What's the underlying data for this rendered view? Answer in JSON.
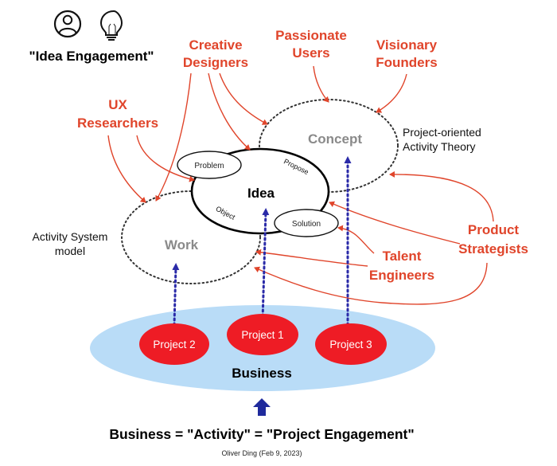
{
  "header": {
    "title": "\"Idea Engagement\"",
    "icons": [
      "person-icon",
      "lightbulb-icon"
    ]
  },
  "roles": {
    "creative_designers": [
      "Creative",
      "Designers"
    ],
    "passionate_users": [
      "Passionate",
      "Users"
    ],
    "visionary_founders": [
      "Visionary",
      "Founders"
    ],
    "ux_researchers": [
      "UX",
      "Researchers"
    ],
    "product_strategists": [
      "Product",
      "Strategists"
    ],
    "talent_engineers": [
      "Talent",
      "Engineers"
    ]
  },
  "circles": {
    "concept": "Concept",
    "idea": "Idea",
    "work": "Work",
    "problem": "Problem",
    "solution": "Solution",
    "propose": "Propose",
    "object": "Object"
  },
  "side_labels": {
    "project_theory": [
      "Project-oriented",
      "Activity Theory"
    ],
    "activity_model": [
      "Activity System",
      "model"
    ]
  },
  "projects": [
    "Project 2",
    "Project 1",
    "Project 3"
  ],
  "business_label": "Business",
  "footer": {
    "equation": "Business = \"Activity\" = \"Project Engagement\"",
    "credit": "Oliver Ding (Feb 9, 2023)"
  },
  "colors": {
    "accent_red": "#e0452b",
    "project_red": "#ee1c25",
    "business_blue": "#b9dcf7",
    "arrow_blue": "#2a2aa8",
    "grey_text": "#8a8a8a"
  }
}
